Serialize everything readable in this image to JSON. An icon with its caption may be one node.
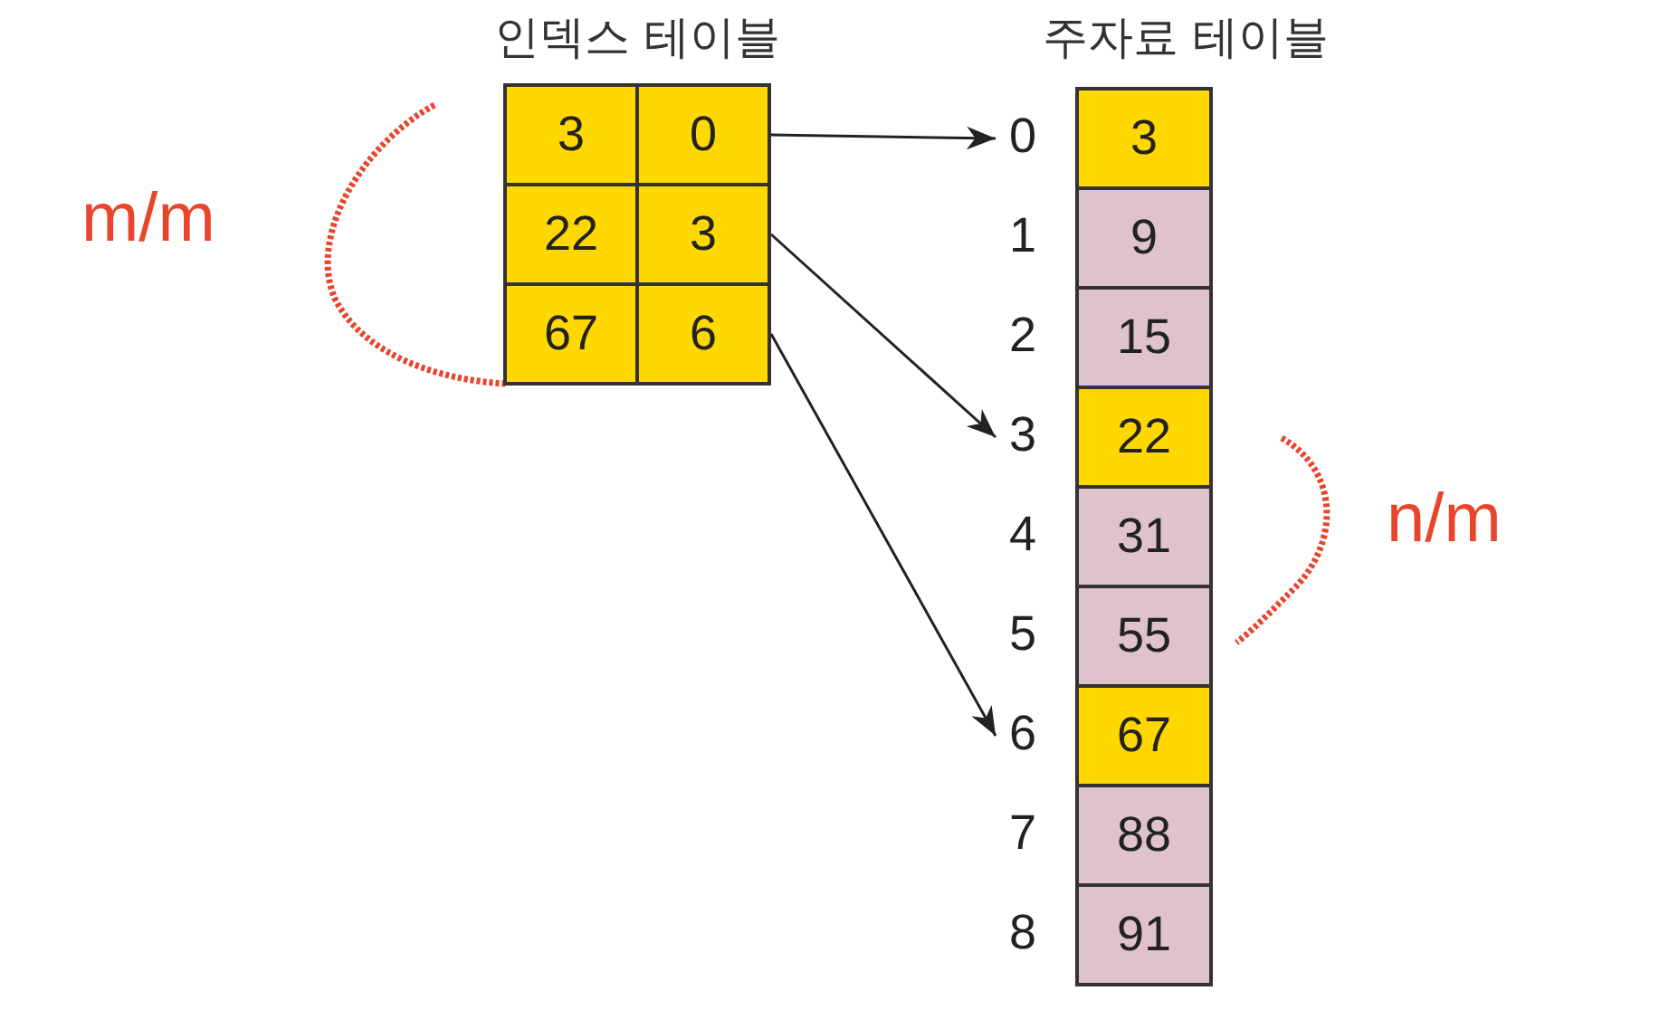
{
  "diagram": {
    "nodes": [
      {
        "text": [
          "인덱스 테이블"
        ]
      },
      {
        "text": [
          "3"
        ],
        "in": 0
      },
      {
        "text": [
          "0"
        ],
        "in": 0
      },
      {
        "text": [
          "22"
        ],
        "in": 0
      },
      {
        "text": [
          "3"
        ],
        "in": 0
      },
      {
        "text": [
          "67"
        ],
        "in": 0
      },
      {
        "text": [
          "6"
        ],
        "in": 0
      },
      {
        "text": [
          "주자료 테이블"
        ]
      },
      {
        "text": [
          "3"
        ],
        "in": 7,
        "beside": [
          "0"
        ]
      },
      {
        "text": [
          "9"
        ],
        "in": 7,
        "beside": [
          "1"
        ]
      },
      {
        "text": [
          "15"
        ],
        "in": 7,
        "beside": [
          "2"
        ]
      },
      {
        "text": [
          "22"
        ],
        "in": 7,
        "beside": [
          "3"
        ]
      },
      {
        "text": [
          "31"
        ],
        "in": 7,
        "beside": [
          "4"
        ]
      },
      {
        "text": [
          "55"
        ],
        "in": 7,
        "beside": [
          "5"
        ]
      },
      {
        "text": [
          "67"
        ],
        "in": 7,
        "beside": [
          "6"
        ]
      },
      {
        "text": [
          "88"
        ],
        "in": 7,
        "beside": [
          "7"
        ]
      },
      {
        "text": [
          "91"
        ],
        "in": 7,
        "beside": [
          "8"
        ]
      }
    ],
    "edges": [
      {
        "from": 2,
        "to": 8,
        "arrow": "to"
      },
      {
        "from": 4,
        "to": 11,
        "arrow": "to"
      },
      {
        "from": 6,
        "to": 14,
        "arrow": "to"
      }
    ],
    "labels": [
      "m/m",
      "n/m"
    ]
  }
}
